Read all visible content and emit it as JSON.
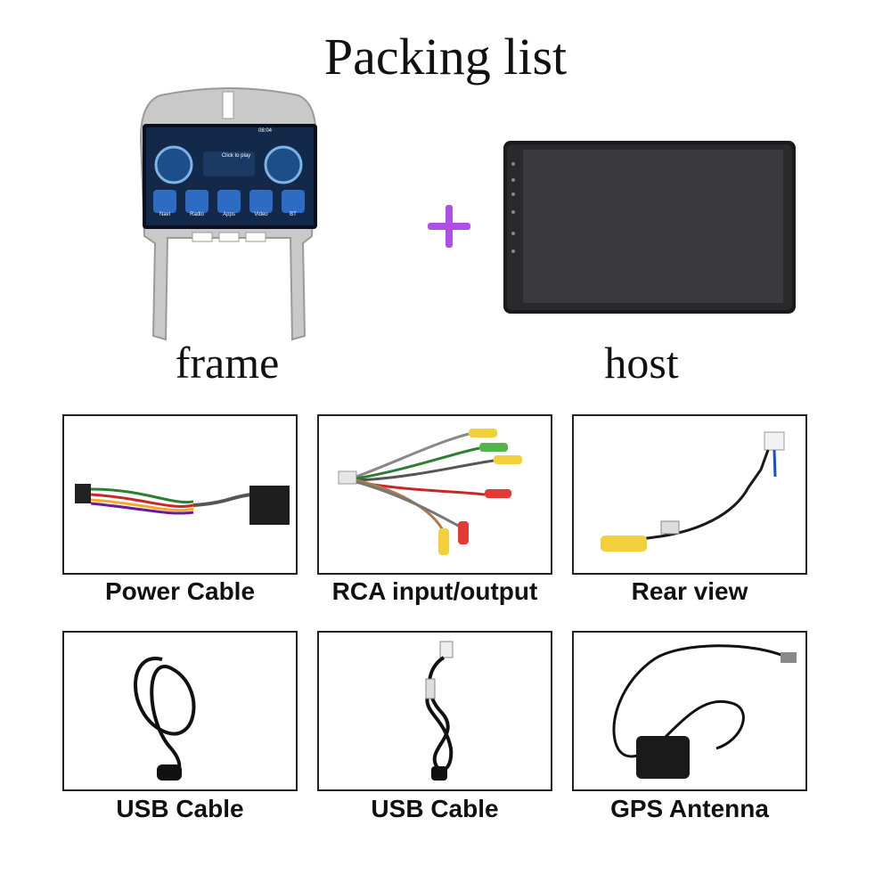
{
  "title": "Packing list",
  "top": {
    "frame_label": "frame",
    "host_label": "host",
    "frame_screen": {
      "time": "08:04",
      "media_text": "Click to play",
      "apps": [
        "Navi",
        "Radio",
        "Apps",
        "Video",
        "BT"
      ]
    }
  },
  "items": [
    {
      "label": "Power Cable"
    },
    {
      "label": "RCA input/output"
    },
    {
      "label": "Rear view"
    },
    {
      "label": "USB Cable"
    },
    {
      "label": "USB Cable"
    },
    {
      "label": "GPS Antenna"
    }
  ],
  "colors": {
    "plus": "#b04fe6",
    "frame": "#b9b9b9",
    "screen": "#1d1d1f"
  }
}
